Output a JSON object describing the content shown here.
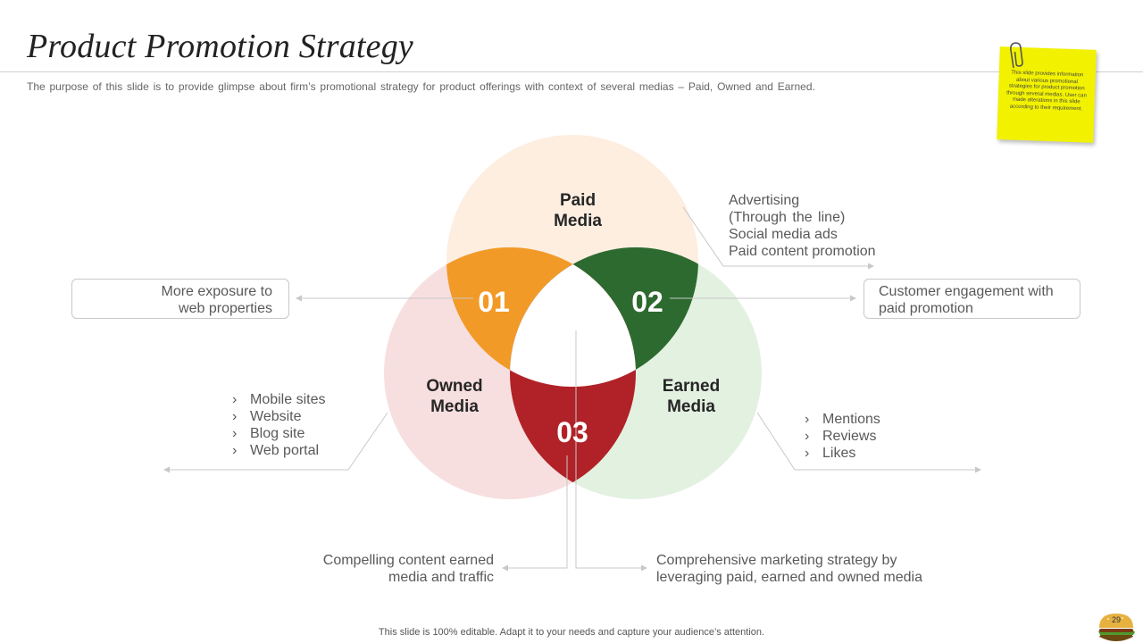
{
  "slide": {
    "title": "Product Promotion Strategy",
    "subtitle": "The purpose of this slide is to provide glimpse about firm’s promotional strategy for product offerings with context of several medias – Paid, Owned and Earned.",
    "sticky_note": "This slide provides information about various promotional strategies for product promotion through several medias. User can made alterations in this slide according to their requirement.",
    "footer": "This slide is 100% editable. Adapt it to your needs and capture your audience’s attention.",
    "page_number": "29"
  },
  "venn": {
    "circles": [
      {
        "line1": "Paid",
        "line2": "Media",
        "color": "#fdeee0"
      },
      {
        "line1": "Owned",
        "line2": "Media",
        "color": "#f8dfdf"
      },
      {
        "line1": "Earned",
        "line2": "Media",
        "color": "#e3f1e1"
      }
    ],
    "segments": [
      {
        "number": "01",
        "color": "#f29a27"
      },
      {
        "number": "02",
        "color": "#2d6a2f"
      },
      {
        "number": "03",
        "color": "#b02227"
      }
    ]
  },
  "callouts": {
    "paid_list": [
      "Advertising",
      "(Through  the line)",
      "Social media ads",
      "Paid content promotion"
    ],
    "seg01_box": [
      "More exposure to",
      "web properties"
    ],
    "seg02_box": [
      "Customer engagement with",
      "paid promotion"
    ],
    "owned_list": [
      "Mobile sites",
      "Website",
      "Blog site",
      "Web portal"
    ],
    "earned_list": [
      "Mentions",
      "Reviews",
      "Likes"
    ],
    "seg03_left": [
      "Compelling content earned",
      "media and traffic"
    ],
    "center_right": [
      "Comprehensive marketing strategy by",
      "leveraging paid, earned and owned media"
    ]
  },
  "colors": {
    "connector": "#c8c8c8",
    "sticky": "#f2f200"
  },
  "icons": {
    "note_clip": "paperclip-icon",
    "page_badge": "burger-icon"
  }
}
